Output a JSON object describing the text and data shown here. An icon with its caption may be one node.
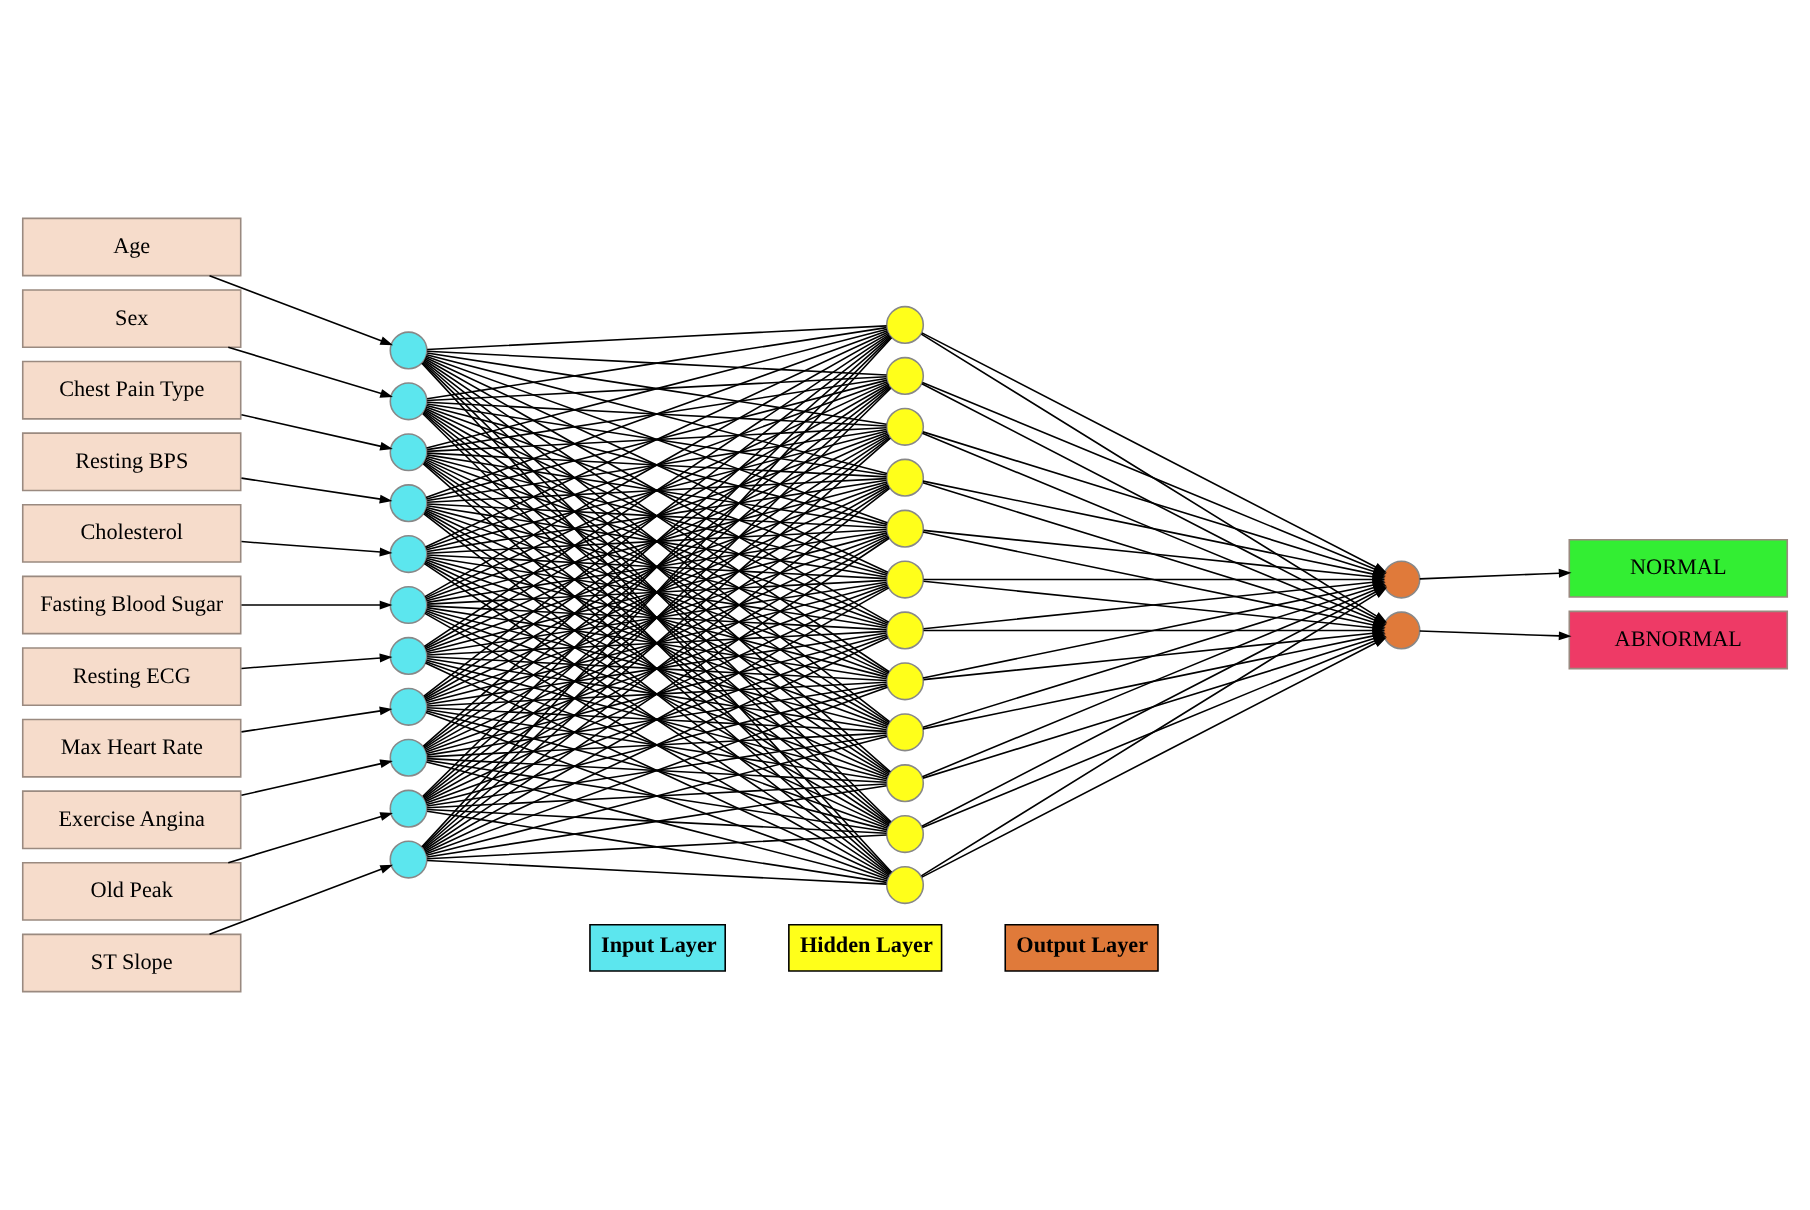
{
  "diagram": {
    "nodes": [
      {
        "text": [
          "Age"
        ]
      },
      {
        "text": [
          "Sex"
        ]
      },
      {
        "text": [
          "Chest Pain Type"
        ]
      },
      {
        "text": [
          "Resting BPS"
        ]
      },
      {
        "text": [
          "Cholesterol"
        ]
      },
      {
        "text": [
          "Fasting Blood Sugar"
        ]
      },
      {
        "text": [
          "Resting ECG"
        ]
      },
      {
        "text": [
          "Max Heart Rate"
        ]
      },
      {
        "text": [
          "Exercise Angina"
        ]
      },
      {
        "text": [
          "Old Peak"
        ]
      },
      {
        "text": [
          "ST Slope"
        ]
      },
      {
        "text": [],
        "shape": "circle"
      },
      {
        "text": [],
        "shape": "circle"
      },
      {
        "text": [],
        "shape": "circle"
      },
      {
        "text": [],
        "shape": "circle"
      },
      {
        "text": [],
        "shape": "circle"
      },
      {
        "text": [],
        "shape": "circle"
      },
      {
        "text": [],
        "shape": "circle"
      },
      {
        "text": [],
        "shape": "circle"
      },
      {
        "text": [],
        "shape": "circle"
      },
      {
        "text": [],
        "shape": "circle"
      },
      {
        "text": [],
        "shape": "circle"
      },
      {
        "text": [],
        "shape": "circle"
      },
      {
        "text": [],
        "shape": "circle"
      },
      {
        "text": [],
        "shape": "circle"
      },
      {
        "text": [],
        "shape": "circle"
      },
      {
        "text": [],
        "shape": "circle"
      },
      {
        "text": [],
        "shape": "circle"
      },
      {
        "text": [],
        "shape": "circle"
      },
      {
        "text": [],
        "shape": "circle"
      },
      {
        "text": [],
        "shape": "circle"
      },
      {
        "text": [],
        "shape": "circle"
      },
      {
        "text": [],
        "shape": "circle"
      },
      {
        "text": [],
        "shape": "circle"
      },
      {
        "text": [],
        "shape": "circle"
      },
      {
        "text": [],
        "shape": "circle"
      },
      {
        "text": [
          "NORMAL"
        ]
      },
      {
        "text": [
          "ABNORMAL"
        ]
      }
    ],
    "edges": [
      {
        "from": 0,
        "to": 11,
        "arrow": "to"
      },
      {
        "from": 1,
        "to": 12,
        "arrow": "to"
      },
      {
        "from": 2,
        "to": 13,
        "arrow": "to"
      },
      {
        "from": 3,
        "to": 14,
        "arrow": "to"
      },
      {
        "from": 4,
        "to": 15,
        "arrow": "to"
      },
      {
        "from": 5,
        "to": 16,
        "arrow": "to"
      },
      {
        "from": 6,
        "to": 17,
        "arrow": "to"
      },
      {
        "from": 7,
        "to": 18,
        "arrow": "to"
      },
      {
        "from": 8,
        "to": 19,
        "arrow": "to"
      },
      {
        "from": 9,
        "to": 20,
        "arrow": "to"
      },
      {
        "from": 10,
        "to": 21,
        "arrow": "to"
      },
      {
        "from": 11,
        "to": 22,
        "arrow": "none"
      },
      {
        "from": 11,
        "to": 23,
        "arrow": "none"
      },
      {
        "from": 11,
        "to": 24,
        "arrow": "none"
      },
      {
        "from": 11,
        "to": 25,
        "arrow": "none"
      },
      {
        "from": 11,
        "to": 26,
        "arrow": "none"
      },
      {
        "from": 11,
        "to": 27,
        "arrow": "none"
      },
      {
        "from": 11,
        "to": 28,
        "arrow": "none"
      },
      {
        "from": 11,
        "to": 29,
        "arrow": "none"
      },
      {
        "from": 11,
        "to": 30,
        "arrow": "none"
      },
      {
        "from": 11,
        "to": 31,
        "arrow": "none"
      },
      {
        "from": 11,
        "to": 32,
        "arrow": "none"
      },
      {
        "from": 11,
        "to": 33,
        "arrow": "none"
      },
      {
        "from": 12,
        "to": 22,
        "arrow": "none"
      },
      {
        "from": 12,
        "to": 23,
        "arrow": "none"
      },
      {
        "from": 12,
        "to": 24,
        "arrow": "none"
      },
      {
        "from": 12,
        "to": 25,
        "arrow": "none"
      },
      {
        "from": 12,
        "to": 26,
        "arrow": "none"
      },
      {
        "from": 12,
        "to": 27,
        "arrow": "none"
      },
      {
        "from": 12,
        "to": 28,
        "arrow": "none"
      },
      {
        "from": 12,
        "to": 29,
        "arrow": "none"
      },
      {
        "from": 12,
        "to": 30,
        "arrow": "none"
      },
      {
        "from": 12,
        "to": 31,
        "arrow": "none"
      },
      {
        "from": 12,
        "to": 32,
        "arrow": "none"
      },
      {
        "from": 12,
        "to": 33,
        "arrow": "none"
      },
      {
        "from": 13,
        "to": 22,
        "arrow": "none"
      },
      {
        "from": 13,
        "to": 23,
        "arrow": "none"
      },
      {
        "from": 13,
        "to": 24,
        "arrow": "none"
      },
      {
        "from": 13,
        "to": 25,
        "arrow": "none"
      },
      {
        "from": 13,
        "to": 26,
        "arrow": "none"
      },
      {
        "from": 13,
        "to": 27,
        "arrow": "none"
      },
      {
        "from": 13,
        "to": 28,
        "arrow": "none"
      },
      {
        "from": 13,
        "to": 29,
        "arrow": "none"
      },
      {
        "from": 13,
        "to": 30,
        "arrow": "none"
      },
      {
        "from": 13,
        "to": 31,
        "arrow": "none"
      },
      {
        "from": 13,
        "to": 32,
        "arrow": "none"
      },
      {
        "from": 13,
        "to": 33,
        "arrow": "none"
      },
      {
        "from": 14,
        "to": 22,
        "arrow": "none"
      },
      {
        "from": 14,
        "to": 23,
        "arrow": "none"
      },
      {
        "from": 14,
        "to": 24,
        "arrow": "none"
      },
      {
        "from": 14,
        "to": 25,
        "arrow": "none"
      },
      {
        "from": 14,
        "to": 26,
        "arrow": "none"
      },
      {
        "from": 14,
        "to": 27,
        "arrow": "none"
      },
      {
        "from": 14,
        "to": 28,
        "arrow": "none"
      },
      {
        "from": 14,
        "to": 29,
        "arrow": "none"
      },
      {
        "from": 14,
        "to": 30,
        "arrow": "none"
      },
      {
        "from": 14,
        "to": 31,
        "arrow": "none"
      },
      {
        "from": 14,
        "to": 32,
        "arrow": "none"
      },
      {
        "from": 14,
        "to": 33,
        "arrow": "none"
      },
      {
        "from": 15,
        "to": 22,
        "arrow": "none"
      },
      {
        "from": 15,
        "to": 23,
        "arrow": "none"
      },
      {
        "from": 15,
        "to": 24,
        "arrow": "none"
      },
      {
        "from": 15,
        "to": 25,
        "arrow": "none"
      },
      {
        "from": 15,
        "to": 26,
        "arrow": "none"
      },
      {
        "from": 15,
        "to": 27,
        "arrow": "none"
      },
      {
        "from": 15,
        "to": 28,
        "arrow": "none"
      },
      {
        "from": 15,
        "to": 29,
        "arrow": "none"
      },
      {
        "from": 15,
        "to": 30,
        "arrow": "none"
      },
      {
        "from": 15,
        "to": 31,
        "arrow": "none"
      },
      {
        "from": 15,
        "to": 32,
        "arrow": "none"
      },
      {
        "from": 15,
        "to": 33,
        "arrow": "none"
      },
      {
        "from": 16,
        "to": 22,
        "arrow": "none"
      },
      {
        "from": 16,
        "to": 23,
        "arrow": "none"
      },
      {
        "from": 16,
        "to": 24,
        "arrow": "none"
      },
      {
        "from": 16,
        "to": 25,
        "arrow": "none"
      },
      {
        "from": 16,
        "to": 26,
        "arrow": "none"
      },
      {
        "from": 16,
        "to": 27,
        "arrow": "none"
      },
      {
        "from": 16,
        "to": 28,
        "arrow": "none"
      },
      {
        "from": 16,
        "to": 29,
        "arrow": "none"
      },
      {
        "from": 16,
        "to": 30,
        "arrow": "none"
      },
      {
        "from": 16,
        "to": 31,
        "arrow": "none"
      },
      {
        "from": 16,
        "to": 32,
        "arrow": "none"
      },
      {
        "from": 16,
        "to": 33,
        "arrow": "none"
      },
      {
        "from": 17,
        "to": 22,
        "arrow": "none"
      },
      {
        "from": 17,
        "to": 23,
        "arrow": "none"
      },
      {
        "from": 17,
        "to": 24,
        "arrow": "none"
      },
      {
        "from": 17,
        "to": 25,
        "arrow": "none"
      },
      {
        "from": 17,
        "to": 26,
        "arrow": "none"
      },
      {
        "from": 17,
        "to": 27,
        "arrow": "none"
      },
      {
        "from": 17,
        "to": 28,
        "arrow": "none"
      },
      {
        "from": 17,
        "to": 29,
        "arrow": "none"
      },
      {
        "from": 17,
        "to": 30,
        "arrow": "none"
      },
      {
        "from": 17,
        "to": 31,
        "arrow": "none"
      },
      {
        "from": 17,
        "to": 32,
        "arrow": "none"
      },
      {
        "from": 17,
        "to": 33,
        "arrow": "none"
      },
      {
        "from": 18,
        "to": 22,
        "arrow": "none"
      },
      {
        "from": 18,
        "to": 23,
        "arrow": "none"
      },
      {
        "from": 18,
        "to": 24,
        "arrow": "none"
      },
      {
        "from": 18,
        "to": 25,
        "arrow": "none"
      },
      {
        "from": 18,
        "to": 26,
        "arrow": "none"
      },
      {
        "from": 18,
        "to": 27,
        "arrow": "none"
      },
      {
        "from": 18,
        "to": 28,
        "arrow": "none"
      },
      {
        "from": 18,
        "to": 29,
        "arrow": "none"
      },
      {
        "from": 18,
        "to": 30,
        "arrow": "none"
      },
      {
        "from": 18,
        "to": 31,
        "arrow": "none"
      },
      {
        "from": 18,
        "to": 32,
        "arrow": "none"
      },
      {
        "from": 18,
        "to": 33,
        "arrow": "none"
      },
      {
        "from": 19,
        "to": 22,
        "arrow": "none"
      },
      {
        "from": 19,
        "to": 23,
        "arrow": "none"
      },
      {
        "from": 19,
        "to": 24,
        "arrow": "none"
      },
      {
        "from": 19,
        "to": 25,
        "arrow": "none"
      },
      {
        "from": 19,
        "to": 26,
        "arrow": "none"
      },
      {
        "from": 19,
        "to": 27,
        "arrow": "none"
      },
      {
        "from": 19,
        "to": 28,
        "arrow": "none"
      },
      {
        "from": 19,
        "to": 29,
        "arrow": "none"
      },
      {
        "from": 19,
        "to": 30,
        "arrow": "none"
      },
      {
        "from": 19,
        "to": 31,
        "arrow": "none"
      },
      {
        "from": 19,
        "to": 32,
        "arrow": "none"
      },
      {
        "from": 19,
        "to": 33,
        "arrow": "none"
      },
      {
        "from": 20,
        "to": 22,
        "arrow": "none"
      },
      {
        "from": 20,
        "to": 23,
        "arrow": "none"
      },
      {
        "from": 20,
        "to": 24,
        "arrow": "none"
      },
      {
        "from": 20,
        "to": 25,
        "arrow": "none"
      },
      {
        "from": 20,
        "to": 26,
        "arrow": "none"
      },
      {
        "from": 20,
        "to": 27,
        "arrow": "none"
      },
      {
        "from": 20,
        "to": 28,
        "arrow": "none"
      },
      {
        "from": 20,
        "to": 29,
        "arrow": "none"
      },
      {
        "from": 20,
        "to": 30,
        "arrow": "none"
      },
      {
        "from": 20,
        "to": 31,
        "arrow": "none"
      },
      {
        "from": 20,
        "to": 32,
        "arrow": "none"
      },
      {
        "from": 20,
        "to": 33,
        "arrow": "none"
      },
      {
        "from": 21,
        "to": 22,
        "arrow": "none"
      },
      {
        "from": 21,
        "to": 23,
        "arrow": "none"
      },
      {
        "from": 21,
        "to": 24,
        "arrow": "none"
      },
      {
        "from": 21,
        "to": 25,
        "arrow": "none"
      },
      {
        "from": 21,
        "to": 26,
        "arrow": "none"
      },
      {
        "from": 21,
        "to": 27,
        "arrow": "none"
      },
      {
        "from": 21,
        "to": 28,
        "arrow": "none"
      },
      {
        "from": 21,
        "to": 29,
        "arrow": "none"
      },
      {
        "from": 21,
        "to": 30,
        "arrow": "none"
      },
      {
        "from": 21,
        "to": 31,
        "arrow": "none"
      },
      {
        "from": 21,
        "to": 32,
        "arrow": "none"
      },
      {
        "from": 21,
        "to": 33,
        "arrow": "none"
      },
      {
        "from": 22,
        "to": 34,
        "arrow": "to"
      },
      {
        "from": 22,
        "to": 35,
        "arrow": "to"
      },
      {
        "from": 23,
        "to": 34,
        "arrow": "to"
      },
      {
        "from": 23,
        "to": 35,
        "arrow": "to"
      },
      {
        "from": 24,
        "to": 34,
        "arrow": "to"
      },
      {
        "from": 24,
        "to": 35,
        "arrow": "to"
      },
      {
        "from": 25,
        "to": 34,
        "arrow": "to"
      },
      {
        "from": 25,
        "to": 35,
        "arrow": "to"
      },
      {
        "from": 26,
        "to": 34,
        "arrow": "to"
      },
      {
        "from": 26,
        "to": 35,
        "arrow": "to"
      },
      {
        "from": 27,
        "to": 34,
        "arrow": "to"
      },
      {
        "from": 27,
        "to": 35,
        "arrow": "to"
      },
      {
        "from": 28,
        "to": 34,
        "arrow": "to"
      },
      {
        "from": 28,
        "to": 35,
        "arrow": "to"
      },
      {
        "from": 29,
        "to": 34,
        "arrow": "to"
      },
      {
        "from": 29,
        "to": 35,
        "arrow": "to"
      },
      {
        "from": 30,
        "to": 34,
        "arrow": "to"
      },
      {
        "from": 30,
        "to": 35,
        "arrow": "to"
      },
      {
        "from": 31,
        "to": 34,
        "arrow": "to"
      },
      {
        "from": 31,
        "to": 35,
        "arrow": "to"
      },
      {
        "from": 32,
        "to": 34,
        "arrow": "to"
      },
      {
        "from": 32,
        "to": 35,
        "arrow": "to"
      },
      {
        "from": 33,
        "to": 34,
        "arrow": "to"
      },
      {
        "from": 33,
        "to": 35,
        "arrow": "to"
      },
      {
        "from": 34,
        "to": 36,
        "arrow": "to"
      },
      {
        "from": 35,
        "to": 37,
        "arrow": "to"
      }
    ],
    "legend": [
      {
        "text": "Input Layer",
        "color": "#5ce6ee"
      },
      {
        "text": "Hidden Layer",
        "color": "#ffff1a"
      },
      {
        "text": "Output Layer",
        "color": "#e07a3a"
      }
    ]
  }
}
